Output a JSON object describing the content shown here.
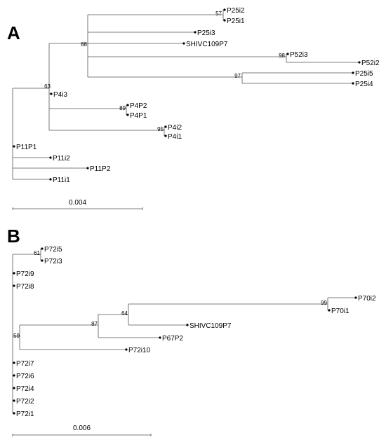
{
  "panels": [
    {
      "letter": "A",
      "scale_bar": "0.004",
      "leaves": [
        "P25i2",
        "P25i1",
        "P25i3",
        "SHIVC109P7",
        "P52i3",
        "P52i2",
        "P25i5",
        "P25i4",
        "P4i3",
        "P4P2",
        "P4P1",
        "P4i2",
        "P4i1",
        "P11P1",
        "P11i2",
        "P11P2",
        "P11i1"
      ],
      "support_values": [
        "57",
        "88",
        "98",
        "97",
        "63",
        "89",
        "95"
      ]
    },
    {
      "letter": "B",
      "scale_bar": "0.006",
      "leaves": [
        "P72i5",
        "P72i3",
        "P72i9",
        "P72i8",
        "P70i2",
        "P70i1",
        "SHIVC109P7",
        "P67P2",
        "P72i10",
        "P72i7",
        "P72i6",
        "P72i4",
        "P72i2",
        "P72i1"
      ],
      "support_values": [
        "61",
        "99",
        "64",
        "87",
        "59"
      ]
    }
  ]
}
